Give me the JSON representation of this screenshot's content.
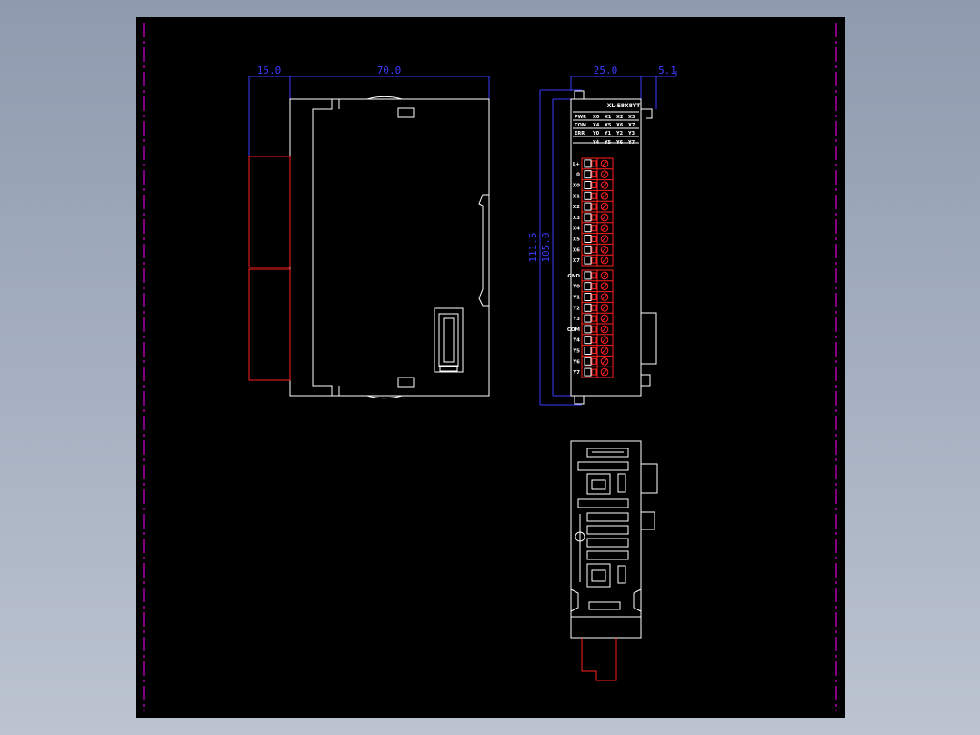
{
  "colors": {
    "background_outer": "#a7b1c1",
    "sheet": "#000000",
    "outline": "#ffffff",
    "terminal": "#ff2020",
    "dimension": "#3b3bff",
    "border_dash": "#ff00ff"
  },
  "dimensions": {
    "side_depth_left": "15.0",
    "side_depth_main": "70.0",
    "front_width": "25.0",
    "front_offset": "5.1",
    "front_height_outer": "111.5",
    "front_height_inner": "105.0"
  },
  "model_label": "XL-E8X8YT",
  "front_panel": {
    "table_rows": [
      [
        "PWR",
        "X0",
        "X1",
        "X2",
        "X3"
      ],
      [
        "COM",
        "X4",
        "X5",
        "X6",
        "X7"
      ],
      [
        "ERR",
        "Y0",
        "Y1",
        "Y2",
        "Y3"
      ],
      [
        "",
        "Y4",
        "Y5",
        "Y6",
        "Y7"
      ]
    ],
    "terminal_labels_top": [
      "L+",
      "0",
      "X0",
      "X1",
      "X2",
      "X3",
      "X4",
      "X5",
      "X6",
      "X7"
    ],
    "terminal_labels_bottom": [
      "GND",
      "Y0",
      "Y1",
      "Y2",
      "Y3",
      "COM",
      "Y4",
      "Y5",
      "Y6",
      "Y7"
    ]
  }
}
